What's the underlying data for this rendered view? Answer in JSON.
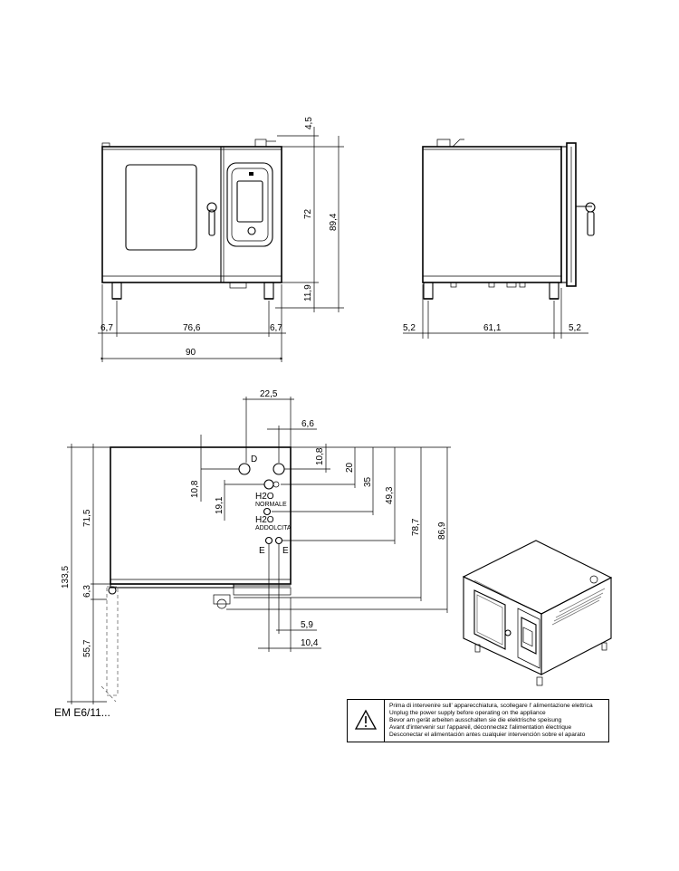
{
  "front_view": {
    "dims": {
      "left_leg": "6,7",
      "body_width": "76,6",
      "right_leg": "6,7",
      "total_width": "90",
      "top_small": "4,5",
      "door_height": "72",
      "total_height": "89,4",
      "leg_height": "11,9"
    }
  },
  "side_view": {
    "dims": {
      "left": "5,2",
      "depth": "61,1",
      "right": "5,2"
    }
  },
  "plan_view": {
    "dims": {
      "d_offset": "22,5",
      "e_offset": "6,6",
      "d_y": "10,8",
      "d_y2": "10,8",
      "h2o_y": "19,1",
      "v20": "20",
      "v35": "35",
      "v49": "49,3",
      "v78": "78,7",
      "v86": "86,9",
      "total_depth": "133,5",
      "body_depth": "71,5",
      "gap": "6,3",
      "door_open": "55,7",
      "e_x1": "5,9",
      "e_x2": "10,4"
    },
    "labels": {
      "d": "D",
      "h2o_normale_1": "H2O",
      "h2o_normale_2": "NORMALE",
      "h2o_addolcita_1": "H2O",
      "h2o_addolcita_2": "ADDOLCITA",
      "e_left": "E",
      "e_right": "E"
    }
  },
  "model_code": "EM E6/11...",
  "warning": {
    "icon": "warning-triangle-icon",
    "lines": [
      "Prima di intervenire sull' apparecchiatura, scollegare l' alimentazione elettrica",
      "Unplug the power supply before operating on the appliance",
      "Bevor am gerät arbeiten ausschalten sie die elektrische speisung",
      "Avant d'intervenir sur l'appareil, déconnectez l'alimentation électrique",
      "Desconectar el alimentación antes cualquier intervención sobre el aparato"
    ]
  }
}
